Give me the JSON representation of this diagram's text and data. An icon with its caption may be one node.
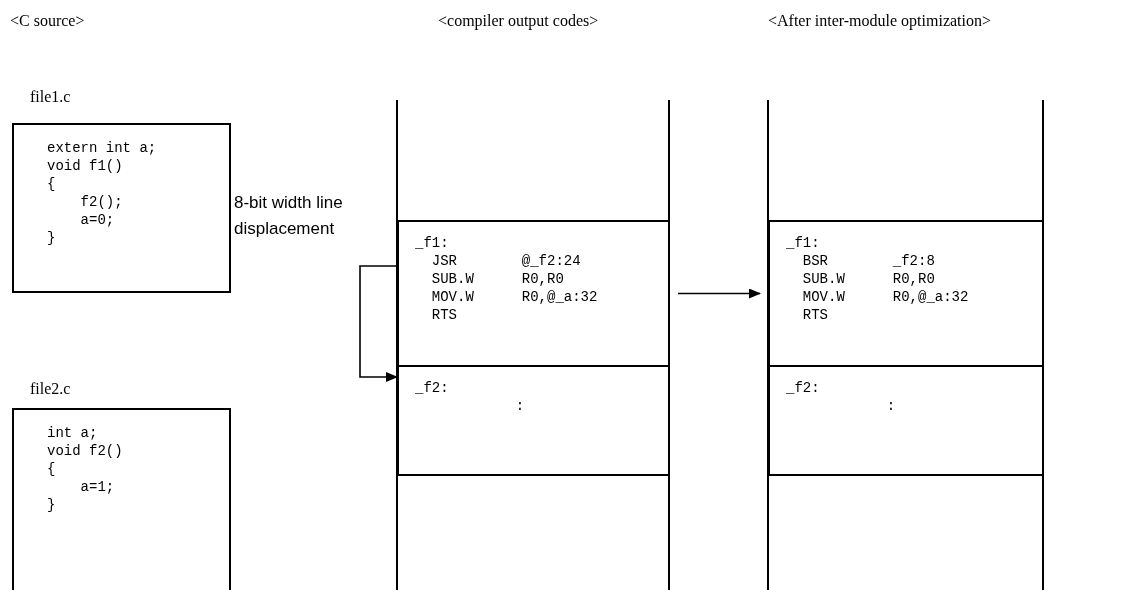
{
  "diagram": {
    "nodes": [
      {
        "text": [
          "file1.c",
          "extern int a;",
          "void f1()",
          "{",
          "f2();",
          "a=0;",
          "}"
        ]
      },
      {
        "text": [
          "file2.c",
          "int a;",
          "void f2()",
          "{",
          "a=1;",
          "}"
        ]
      },
      {
        "text": [
          "_f1:",
          "JSR @_f2:24",
          "SUB.W R0,R0",
          "MOV.W R0,@_a:32",
          "RTS"
        ]
      },
      {
        "text": [
          "_f2:",
          ":"
        ]
      },
      {
        "text": [
          "_f1:",
          "BSR _f2:8",
          "SUB.W R0,R0",
          "MOV.W R0,@_a:32",
          "RTS"
        ]
      },
      {
        "text": [
          "_f2:",
          ":"
        ]
      }
    ],
    "edges": [
      {
        "from": 2,
        "to": 3,
        "arrow": "to",
        "label": "8-bit width line displacement"
      },
      {
        "from": 2,
        "to": 4,
        "arrow": "to"
      }
    ],
    "labels": [
      "<C source>",
      "<compiler output codes>",
      "<After inter-module optimization>"
    ]
  }
}
